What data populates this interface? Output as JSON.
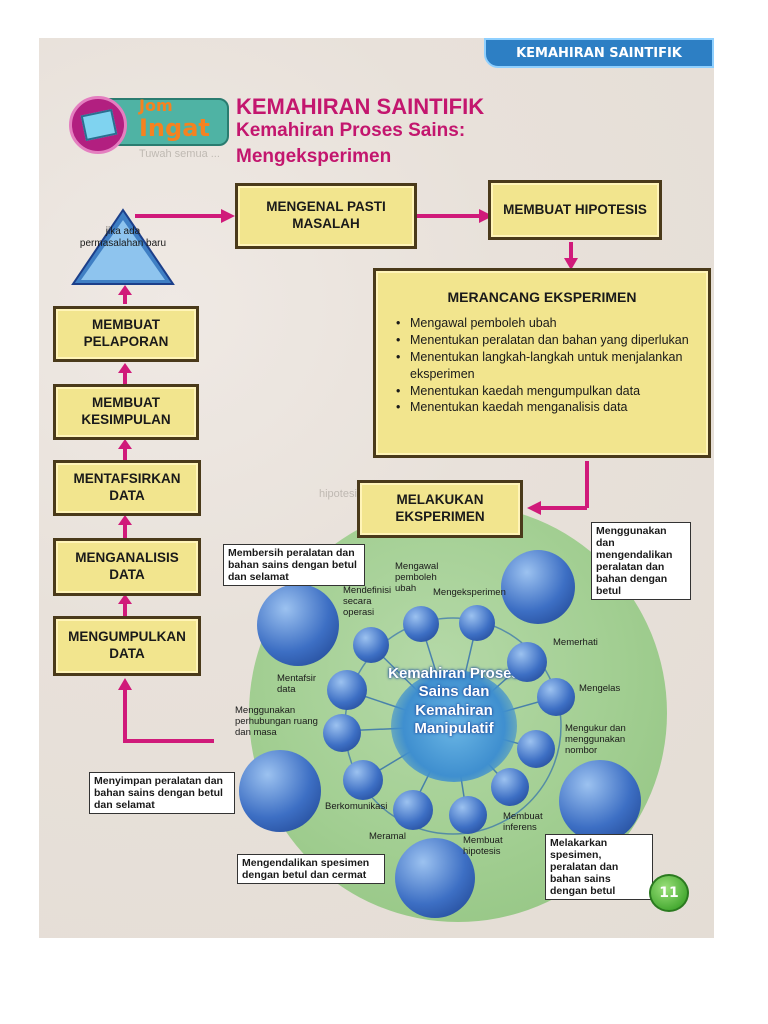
{
  "header": {
    "section_label": "KEMAHIRAN SAINTIFIK"
  },
  "badge": {
    "line1": "Jom",
    "line2": "Ingat"
  },
  "titles": {
    "main": "KEMAHIRAN SAINTIFIK",
    "sub1": "Kemahiran Proses Sains:",
    "sub2": "Mengeksperimen"
  },
  "flow": {
    "identify": "MENGENAL PASTI MASALAH",
    "hypothesis": "MEMBUAT HIPOTESIS",
    "design_title": "MERANCANG EKSPERIMEN",
    "design_items": [
      "Mengawal pemboleh ubah",
      "Menentukan peralatan dan bahan yang diperlukan",
      "Menentukan langkah-langkah untuk menjalankan eksperimen",
      "Menentukan kaedah mengumpulkan data",
      "Menentukan kaedah menganalisis data"
    ],
    "conduct": "MELAKUKAN EKSPERIMEN",
    "collect": "MENGUMPULKAN DATA",
    "analyze": "MENGANALISIS DATA",
    "interpret": "MENTAFSIRKAN DATA",
    "conclude": "MEMBUAT KESIMPULAN",
    "report": "MEMBUAT PELAPORAN",
    "problem_note": "jika ada permasalahan baru"
  },
  "diagram": {
    "center": "Kemahiran Proses Sains dan Kemahiran Manipulatif",
    "process_skills": {
      "control_variables": "Mengawal pemboleh ubah",
      "experiment": "Mengeksperimen",
      "define_operational": "Mendefinisi secara operasi",
      "observe": "Memerhati",
      "interpret_data": "Mentafsir data",
      "classify": "Mengelas",
      "space_time": "Menggunakan perhubungan ruang dan masa",
      "measure": "Mengukur dan menggunakan nombor",
      "communicate": "Berkomunikasi",
      "infer": "Membuat inferens",
      "predict": "Meramal",
      "hypothesize": "Membuat hipotesis"
    },
    "manipulative_skills": {
      "clean": "Membersih peralatan dan bahan sains dengan betul dan selamat",
      "use_handle": "Menggunakan dan mengendalikan peralatan dan bahan dengan betul",
      "store": "Menyimpan peralatan dan bahan sains dengan betul dan selamat",
      "sketch": "Melakarkan spesimen, peralatan dan bahan sains dengan betul",
      "handle_specimen": "Mengendalikan spesimen dengan betul dan cermat"
    }
  },
  "page_number": "11",
  "colors": {
    "accent": "#c3166e",
    "arrow": "#d01a7a",
    "box_fill": "#f2e58e",
    "header": "#2d7fc4"
  }
}
